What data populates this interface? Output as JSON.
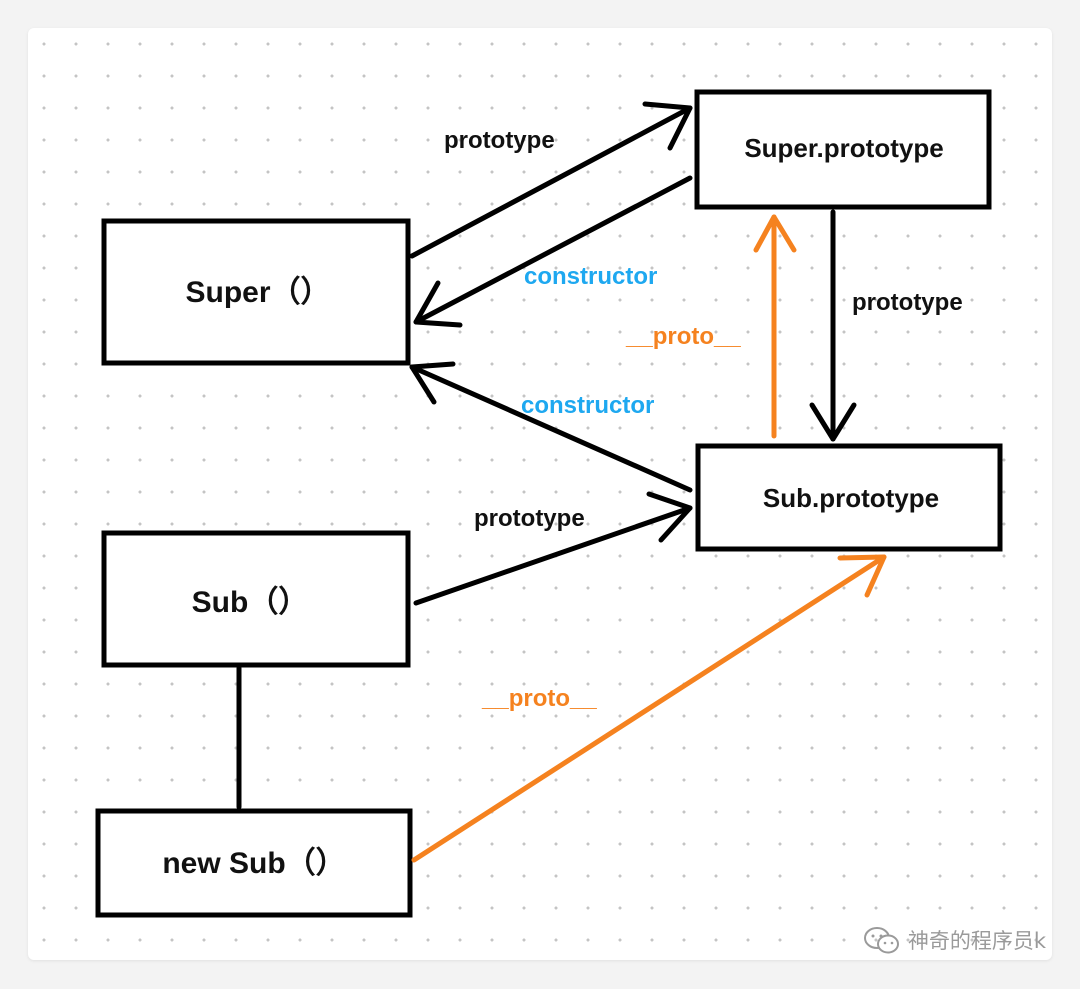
{
  "nodes": {
    "super": "Super（）",
    "super_prototype": "Super.prototype",
    "sub_prototype": "Sub.prototype",
    "sub": "Sub（）",
    "new_sub": "new Sub（）"
  },
  "edges": {
    "super_to_super_prototype": "prototype",
    "super_prototype_constructor": "constructor",
    "super_prototype_to_sub_prototype": "prototype",
    "sub_prototype_proto": "__proto__",
    "sub_prototype_constructor": "constructor",
    "sub_to_sub_prototype": "prototype",
    "new_sub_proto": "__proto__"
  },
  "colors": {
    "black": "#000000",
    "blue": "#1ea8f0",
    "orange": "#f5821f"
  },
  "watermark": {
    "icon": "wechat-icon",
    "text": "神奇的程序员k"
  }
}
